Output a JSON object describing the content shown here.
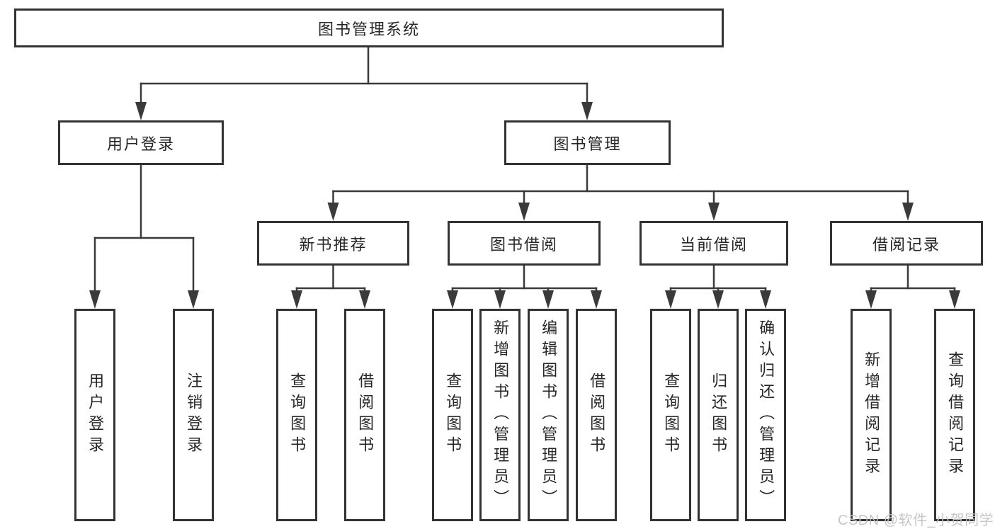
{
  "nodes": {
    "root": {
      "label": "图书管理系统"
    },
    "user_login": {
      "label": "用户登录",
      "children": {
        "login": {
          "label": "用户登录"
        },
        "logout": {
          "label": "注销登录"
        }
      }
    },
    "book_mgmt": {
      "label": "图书管理",
      "children": {
        "new_book": {
          "label": "新书推荐",
          "children": {
            "query": {
              "label": "查询图书"
            },
            "borrow": {
              "label": "借阅图书"
            }
          }
        },
        "borrowing": {
          "label": "图书借阅",
          "children": {
            "query": {
              "label": "查询图书"
            },
            "add": {
              "label": "新增图书（管理员）"
            },
            "edit": {
              "label": "编辑图书（管理员）"
            },
            "borrow": {
              "label": "借阅图书"
            }
          }
        },
        "current": {
          "label": "当前借阅",
          "children": {
            "query": {
              "label": "查询图书"
            },
            "return_book": {
              "label": "归还图书"
            },
            "confirm": {
              "label": "确认归还（管理员）"
            }
          }
        },
        "records": {
          "label": "借阅记录",
          "children": {
            "add": {
              "label": "新增借阅记录"
            },
            "query": {
              "label": "查询借阅记录"
            }
          }
        }
      }
    }
  },
  "watermark": {
    "text": "CSDN @软件_小贺同学"
  },
  "colors": {
    "line": "#3a3a3a",
    "box_border": "#333333",
    "text": "#262626",
    "watermark": "#c2c2c2",
    "background": "#ffffff"
  }
}
